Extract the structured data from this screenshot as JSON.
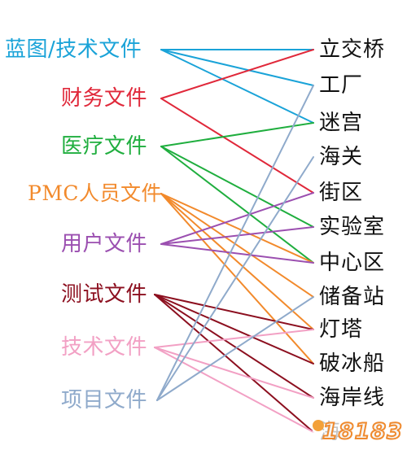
{
  "left": [
    {
      "id": "L1",
      "label": "蓝图/技术文件",
      "color": "#1aa3d8"
    },
    {
      "id": "L2",
      "label": "财务文件",
      "color": "#e0283a"
    },
    {
      "id": "L3",
      "label": "医疗文件",
      "color": "#1fae3e"
    },
    {
      "id": "L4",
      "label": "PMC人员文件",
      "color": "#f28a2c"
    },
    {
      "id": "L5",
      "label": "用户文件",
      "color": "#9b4fb0"
    },
    {
      "id": "L6",
      "label": "测试文件",
      "color": "#8c0f1f"
    },
    {
      "id": "L7",
      "label": "技术文件",
      "color": "#f2a0c4"
    },
    {
      "id": "L8",
      "label": "项目文件",
      "color": "#8faacb"
    }
  ],
  "right": [
    {
      "id": "R1",
      "label": "立交桥"
    },
    {
      "id": "R2",
      "label": "工厂"
    },
    {
      "id": "R3",
      "label": "迷宫"
    },
    {
      "id": "R4",
      "label": "海关"
    },
    {
      "id": "R5",
      "label": "街区"
    },
    {
      "id": "R6",
      "label": "实验室"
    },
    {
      "id": "R7",
      "label": "中心区"
    },
    {
      "id": "R8",
      "label": "储备站"
    },
    {
      "id": "R9",
      "label": "灯塔"
    },
    {
      "id": "R10",
      "label": "破冰船"
    },
    {
      "id": "R11",
      "label": "海岸线"
    },
    {
      "id": "R12",
      "label": "海"
    }
  ],
  "connections": [
    {
      "from": "L1",
      "to": [
        "R1",
        "R2",
        "R3"
      ]
    },
    {
      "from": "L2",
      "to": [
        "R1",
        "R5"
      ]
    },
    {
      "from": "L3",
      "to": [
        "R3",
        "R6",
        "R7"
      ]
    },
    {
      "from": "L4",
      "to": [
        "R7",
        "R8",
        "R9",
        "R10"
      ]
    },
    {
      "from": "L5",
      "to": [
        "R5",
        "R6",
        "R7"
      ]
    },
    {
      "from": "L6",
      "to": [
        "R9",
        "R10",
        "R11",
        "R12"
      ]
    },
    {
      "from": "L7",
      "to": [
        "R9",
        "R11",
        "R12"
      ]
    },
    {
      "from": "L8",
      "to": [
        "R2",
        "R4",
        "R8"
      ]
    }
  ],
  "watermark": {
    "text": "18183"
  }
}
